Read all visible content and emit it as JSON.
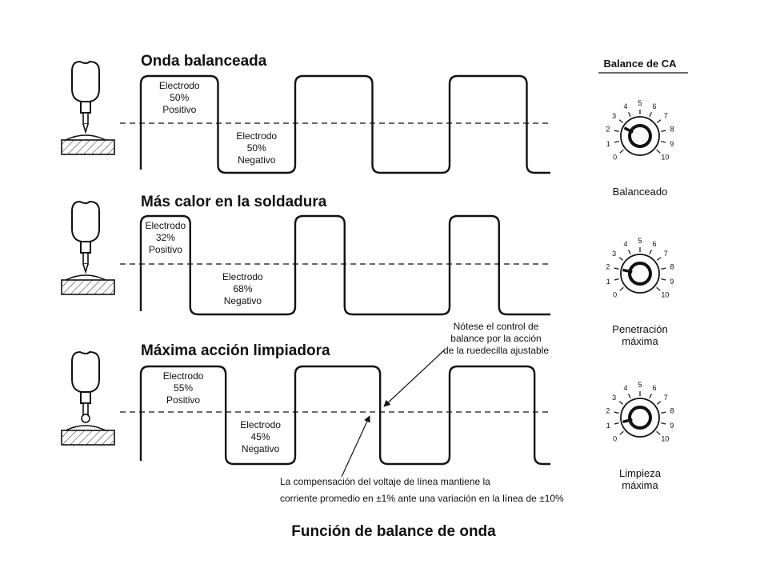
{
  "panels": [
    {
      "title": "Onda balanceada",
      "positive_label": [
        "Electrodo",
        "50%",
        "Positivo"
      ],
      "negative_label": [
        "Electrodo",
        "50%",
        "Negativo"
      ],
      "positive_fraction": 0.5,
      "dial_label": [
        "Balanceado"
      ],
      "dial_setting": 2.6,
      "tip": "pointed"
    },
    {
      "title": "Más calor en la soldadura",
      "positive_label": [
        "Electrodo",
        "32%",
        "Positivo"
      ],
      "negative_label": [
        "Electrodo",
        "68%",
        "Negativo"
      ],
      "positive_fraction": 0.32,
      "dial_label": [
        "Penetración",
        "máxima"
      ],
      "dial_setting": 2.0,
      "tip": "pointed"
    },
    {
      "title": "Máxima acción limpiadora",
      "positive_label": [
        "Electrodo",
        "55%",
        "Positivo"
      ],
      "negative_label": [
        "Electrodo",
        "45%",
        "Negativo"
      ],
      "positive_fraction": 0.55,
      "dial_label": [
        "Limpieza",
        "máxima"
      ],
      "dial_setting": 1.0,
      "tip": "balled"
    }
  ],
  "dial": {
    "heading": "Balance de CA",
    "scale": [
      "0",
      "1",
      "2",
      "3",
      "4",
      "5",
      "6",
      "7",
      "8",
      "9",
      "10"
    ]
  },
  "annotations": {
    "note_top": [
      "Nótese el control de",
      "balance por la acción",
      "de la ruedecilla ajustable"
    ],
    "note_bottom": [
      "La compensación del voltaje de línea mantiene la",
      "corriente promedio en ±1% ante una variación en la línea de ±10%"
    ]
  },
  "caption": "Función de balance de onda"
}
